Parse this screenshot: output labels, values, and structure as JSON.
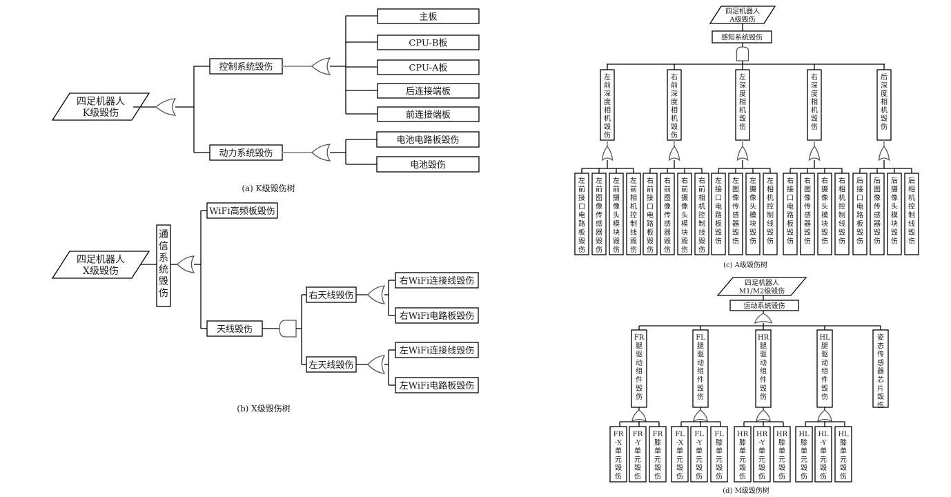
{
  "figure": {
    "panel_a": {
      "caption": "(a) K级毁伤树",
      "top_event": [
        "四足机器人",
        "K级毁伤"
      ],
      "top_gate": "or",
      "subsystems": [
        {
          "label": "控制系统毁伤",
          "gate": "or",
          "children": [
            "主板",
            "CPU-B板",
            "CPU-A板",
            "后连接端板",
            "前连接端板"
          ]
        },
        {
          "label": "动力系统毁伤",
          "gate": "or",
          "children": [
            "电池电路板毁伤",
            "电池毁伤"
          ]
        }
      ]
    },
    "panel_b": {
      "caption": "(b) X级毁伤树",
      "top_event": [
        "四足机器人",
        "X级毁伤"
      ],
      "intermediate": "通信系统毁伤",
      "intermediate_gate": "or",
      "children": [
        {
          "label": "WiFi高频板毁伤"
        },
        {
          "label": "天线毁伤",
          "gate": "and",
          "children": [
            {
              "label": "右天线毁伤",
              "gate": "or",
              "children": [
                "右WiFi连接线毁伤",
                "右WiFi电路板毁伤"
              ]
            },
            {
              "label": "左天线毁伤",
              "gate": "or",
              "children": [
                "左WiFi连接线毁伤",
                "左WiFi电路板毁伤"
              ]
            }
          ]
        }
      ]
    },
    "panel_c": {
      "caption": "(c) A级毁伤树",
      "top_event": [
        "四足机器人",
        "A级毁伤"
      ],
      "intermediate": "感知系统毁伤",
      "intermediate_gate": "and",
      "cameras": [
        {
          "label": "左前深度相机毁伤",
          "gate": "or",
          "children": [
            "左前接口电路板毁伤",
            "左前图像传感器毁伤",
            "左前摄像头模块毁伤",
            "左前相机控制线毁伤"
          ]
        },
        {
          "label": "右前深度相机毁伤",
          "gate": "or",
          "children": [
            "右前接口电路板毁伤",
            "右前图像传感器毁伤",
            "右前摄像头模块毁伤",
            "右前相机控制线毁伤"
          ]
        },
        {
          "label": "左深度相机毁伤",
          "gate": "or",
          "children": [
            "左接口电路板毁伤",
            "左图像传感器毁伤",
            "左摄像头模块毁伤",
            "左相机控制线毁伤"
          ]
        },
        {
          "label": "右深度相机毁伤",
          "gate": "or",
          "children": [
            "右接口电路板毁伤",
            "右图像传感器毁伤",
            "右摄像头模块毁伤",
            "右相机控制线毁伤"
          ]
        },
        {
          "label": "后深度相机毁伤",
          "gate": "or",
          "children": [
            "后接口电路板毁伤",
            "后图像传感器毁伤",
            "后摄像头模块毁伤",
            "后相机控制线毁伤"
          ]
        }
      ]
    },
    "panel_d": {
      "caption": "(d) M级毁伤树",
      "top_event": [
        "四足机器人",
        "M1/M2级毁伤"
      ],
      "intermediate": "运动系统毁伤",
      "intermediate_gate": "or",
      "legs": [
        {
          "prefix": "FR",
          "label": "腿驱动组件毁伤",
          "gate": "or",
          "children": [
            [
              "FR",
              "-X",
              "单元毁伤"
            ],
            [
              "FR",
              "-Y",
              "单元毁伤"
            ],
            [
              "FR",
              "",
              "膝单元毁伤"
            ]
          ]
        },
        {
          "prefix": "FL",
          "label": "腿驱动组件毁伤",
          "gate": "or",
          "children": [
            [
              "FL",
              "-X",
              "单元毁伤"
            ],
            [
              "FL",
              "-Y",
              "单元毁伤"
            ],
            [
              "FL",
              "",
              "膝单元毁伤"
            ]
          ]
        },
        {
          "prefix": "HR",
          "label": "腿驱动组件毁伤",
          "gate": "or",
          "children": [
            [
              "HR",
              "",
              "膝单元毁伤"
            ],
            [
              "HR",
              "-Y",
              "单元毁伤"
            ],
            [
              "HR",
              "",
              "膝单元毁伤"
            ]
          ]
        },
        {
          "prefix": "HL",
          "label": "腿驱动组件毁伤",
          "gate": "or",
          "children": [
            [
              "HL",
              "",
              "膝单元毁伤"
            ],
            [
              "HL",
              "-Y",
              "单元毁伤"
            ],
            [
              "HL",
              "",
              "膝单元毁伤"
            ]
          ]
        }
      ],
      "extra": {
        "label": "姿态传感器芯片毁伤"
      }
    }
  }
}
